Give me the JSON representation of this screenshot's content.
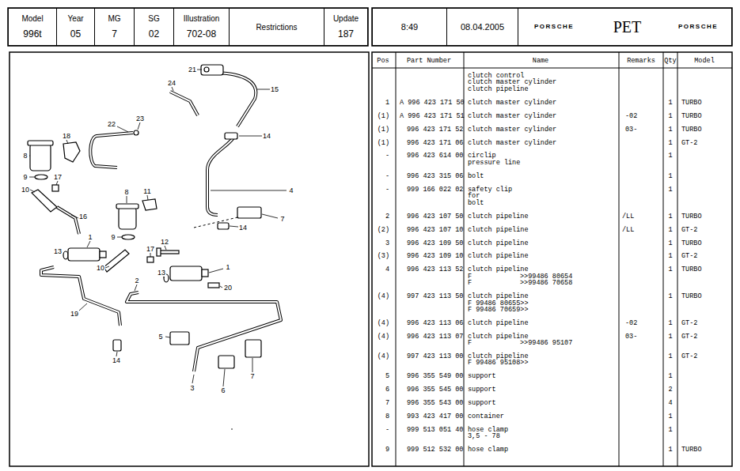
{
  "diagram": {
    "nodes": [
      {
        "text": [
          "Model",
          "996t"
        ]
      },
      {
        "text": [
          "Year",
          "05"
        ]
      },
      {
        "text": [
          "MG",
          "7"
        ]
      },
      {
        "text": [
          "SG",
          "02"
        ]
      },
      {
        "text": [
          "Illustration",
          "702-08"
        ]
      },
      {
        "text": [
          "Restrictions"
        ]
      },
      {
        "text": [
          "Update",
          "187"
        ]
      },
      {
        "text": [
          "8:49"
        ]
      },
      {
        "text": [
          "08.04.2005"
        ]
      },
      {
        "text": [
          "PORSCHE"
        ]
      },
      {
        "text": [
          "PET"
        ]
      },
      {
        "text": [
          "PORSCHE"
        ]
      }
    ],
    "labels": [
      "21",
      "24",
      "15",
      "22",
      "23",
      "14",
      "18",
      "8",
      "4",
      "9",
      "17",
      "10",
      "8",
      "11",
      "7",
      "16",
      "14",
      "9",
      "1",
      "12",
      "13",
      "17",
      "13",
      "10",
      "1",
      "2",
      "20",
      "19",
      "5",
      "14",
      "3",
      "6",
      "7",
      "Pos",
      "Part Number",
      "Name",
      "Remarks",
      "Qty",
      "Model",
      "clutch control",
      "clutch master cylinder",
      "clutch pipeline",
      "1",
      "A 996 423 171 50",
      "clutch master cylinder",
      "1",
      "TURBO",
      "(1)",
      "A 996 423 171 51",
      "clutch master cylinder",
      "-02",
      "1",
      "TURBO",
      "(1)",
      "996 423 171 52",
      "clutch master cylinder",
      "03-",
      "1",
      "TURBO",
      "(1)",
      "996 423 171 06",
      "clutch master cylinder",
      "1",
      "GT-2",
      "-",
      "996 423 614 00",
      "circlip",
      "1",
      "pressure line",
      "-",
      "996 423 315 06",
      "bolt",
      "1",
      "-",
      "999 166 022 02",
      "safety clip",
      "1",
      "for",
      "bolt",
      "2",
      "996 423 107 50",
      "clutch pipeline",
      "/LL",
      "1",
      "TURBO",
      "(2)",
      "996 423 107 10",
      "clutch pipeline",
      "/LL",
      "1",
      "GT-2",
      "3",
      "996 423 109 50",
      "clutch pipeline",
      "1",
      "TURBO",
      "(3)",
      "996 423 109 10",
      "clutch pipeline",
      "1",
      "GT-2",
      "4",
      "996 423 113 52",
      "clutch pipeline",
      "1",
      "TURBO",
      "F",
      ">>99486 80654",
      "F",
      ">>99486 70658",
      "(4)",
      "997 423 113 50",
      "clutch pipeline",
      "1",
      "TURBO",
      "F 99486 80655>>",
      "F 99486 70659>>",
      "(4)",
      "996 423 113 06",
      "clutch pipeline",
      "-02",
      "1",
      "GT-2",
      "(4)",
      "996 423 113 07",
      "clutch pipeline",
      "03-",
      "1",
      "GT-2",
      "F",
      ">>99486 95107",
      "(4)",
      "997 423 113 00",
      "clutch pipeline",
      "1",
      "GT-2",
      "F 99486 95108>>",
      "5",
      "996 355 549 00",
      "support",
      "1",
      "6",
      "996 355 545 00",
      "support",
      "2",
      "7",
      "996 355 543 00",
      "support",
      "4",
      "8",
      "993 423 417 00",
      "container",
      "1",
      "-",
      "999 513 051 40",
      "hose clamp",
      "1",
      "3,5 - 78",
      "9",
      "999 512 532 00",
      "hose clamp",
      "1",
      "TURBO"
    ]
  }
}
